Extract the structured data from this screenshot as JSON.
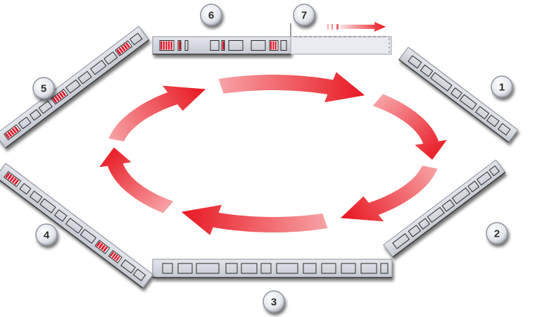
{
  "colors": {
    "panel_fill": "#d4d7de",
    "panel_edge": "#8c909a",
    "panel_shadow": "#3a3a3a",
    "slot_stroke": "#2b2b2b",
    "highlight_red": "#e0162b",
    "arrow_red": "#e8141e",
    "badge_fill": "#eef0f4",
    "badge_ring": "#9a9ea8"
  },
  "badges": [
    {
      "id": "badge-1",
      "label": "1"
    },
    {
      "id": "badge-2",
      "label": "2"
    },
    {
      "id": "badge-3",
      "label": "3"
    },
    {
      "id": "badge-4",
      "label": "4"
    },
    {
      "id": "badge-5",
      "label": "5"
    },
    {
      "id": "badge-6",
      "label": "6"
    },
    {
      "id": "badge-7",
      "label": "7"
    }
  ],
  "panels": [
    {
      "id": "panel-1",
      "stage": 1,
      "highlighted_slots": 0
    },
    {
      "id": "panel-2",
      "stage": 2,
      "highlighted_slots": 0
    },
    {
      "id": "panel-3",
      "stage": 3,
      "highlighted_slots": 0
    },
    {
      "id": "panel-4",
      "stage": 4,
      "highlighted_slots": 3
    },
    {
      "id": "panel-5",
      "stage": 5,
      "highlighted_slots": 3
    },
    {
      "id": "panel-6",
      "stage": 6,
      "highlighted_slots": 4
    }
  ],
  "cycle_arrows": 6
}
